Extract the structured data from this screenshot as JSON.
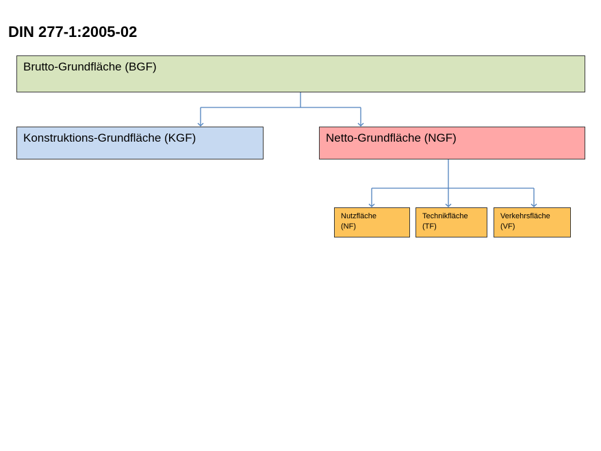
{
  "title": "DIN 277-1:2005-02",
  "nodes": {
    "bgf": {
      "label": "Brutto-Grundfläche (BGF)"
    },
    "kgf": {
      "label": "Konstruktions-Grundfläche (KGF)"
    },
    "ngf": {
      "label": "Netto-Grundfläche (NGF)"
    },
    "nf": {
      "line1": "Nutzfläche",
      "line2": "(NF)"
    },
    "tf": {
      "line1": "Technikfläche",
      "line2": "(TF)"
    },
    "vf": {
      "line1": "Verkehrsfläche",
      "line2": "(VF)"
    }
  },
  "colors": {
    "bgf": "#d7e4bd",
    "kgf": "#c6d9f1",
    "ngf": "#ffa7a7",
    "leaf": "#fdc35a",
    "connector": "#4f81bd"
  }
}
